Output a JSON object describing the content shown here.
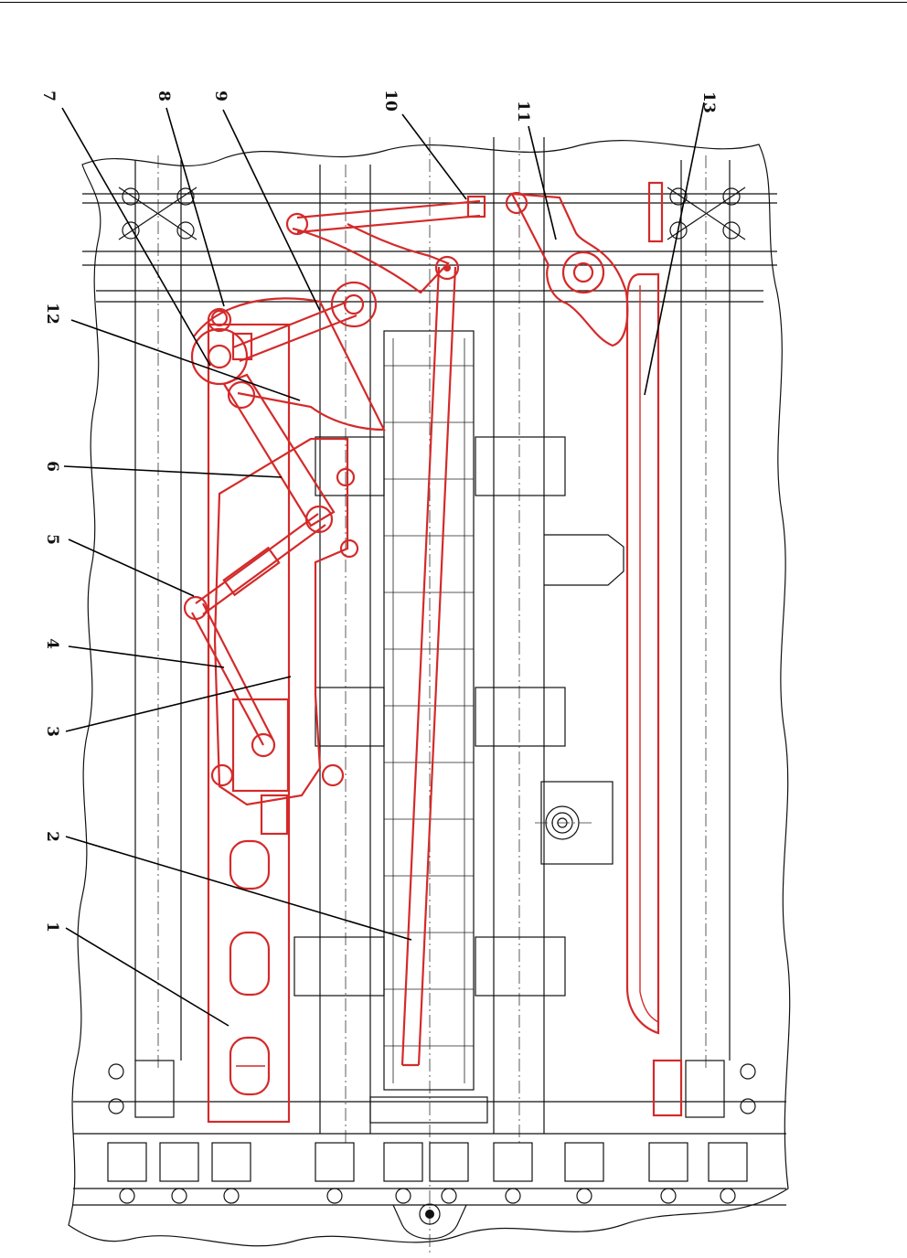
{
  "colors": {
    "outline": "#111111",
    "highlight": "#d42a2a"
  },
  "callouts": [
    {
      "id": "7",
      "text": "7"
    },
    {
      "id": "8",
      "text": "8"
    },
    {
      "id": "9",
      "text": "9"
    },
    {
      "id": "10",
      "text": "10"
    },
    {
      "id": "11",
      "text": "11"
    },
    {
      "id": "13",
      "text": "13"
    },
    {
      "id": "12",
      "text": "12"
    },
    {
      "id": "6",
      "text": "6"
    },
    {
      "id": "5",
      "text": "5"
    },
    {
      "id": "4",
      "text": "4"
    },
    {
      "id": "3",
      "text": "3"
    },
    {
      "id": "2",
      "text": "2"
    },
    {
      "id": "1",
      "text": "1"
    }
  ]
}
